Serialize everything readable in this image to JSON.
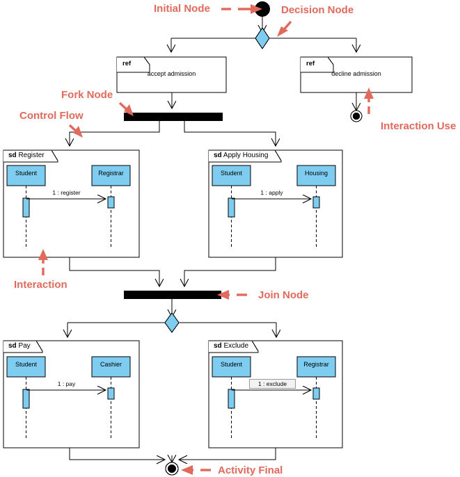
{
  "diagram": {
    "type": "UML Interaction Overview Diagram",
    "colors": {
      "lifeline_fill": "#7ecdf0",
      "decision_fill": "#7ecdf0",
      "annotation": "#e06a5c",
      "line": "#000000",
      "node_fill": "#000000",
      "message_box_fill": "#f2f2f2"
    }
  },
  "annotations": [
    {
      "id": "initial-node",
      "label": "Initial Node"
    },
    {
      "id": "decision-node",
      "label": "Decision Node"
    },
    {
      "id": "fork-node",
      "label": "Fork Node"
    },
    {
      "id": "control-flow",
      "label": "Control Flow"
    },
    {
      "id": "interaction-use",
      "label": "Interaction Use"
    },
    {
      "id": "interaction",
      "label": "Interaction"
    },
    {
      "id": "join-node",
      "label": "Join Node"
    },
    {
      "id": "activity-final",
      "label": "Activity Final"
    }
  ],
  "interaction_uses": [
    {
      "id": "accept-admission",
      "keyword": "ref",
      "name": "accept admission"
    },
    {
      "id": "decline-admission",
      "keyword": "ref",
      "name": "decline admission"
    }
  ],
  "frames": [
    {
      "id": "register",
      "keyword": "sd",
      "name": "Register",
      "lifelines": [
        "Student",
        "Registrar"
      ],
      "messages": [
        {
          "text": "1 : register",
          "boxed": false,
          "from": "Student",
          "to": "Registrar"
        }
      ]
    },
    {
      "id": "apply-housing",
      "keyword": "sd",
      "name": "Apply Housing",
      "lifelines": [
        "Student",
        "Housing"
      ],
      "messages": [
        {
          "text": "1 : apply",
          "boxed": false,
          "from": "Student",
          "to": "Housing"
        }
      ]
    },
    {
      "id": "pay",
      "keyword": "sd",
      "name": "Pay",
      "lifelines": [
        "Student",
        "Cashier"
      ],
      "messages": [
        {
          "text": "1 : pay",
          "boxed": false,
          "from": "Student",
          "to": "Cashier"
        }
      ]
    },
    {
      "id": "exclude",
      "keyword": "sd",
      "name": "Exclude",
      "lifelines": [
        "Student",
        "Registrar"
      ],
      "messages": [
        {
          "text": "1 : exclude",
          "boxed": true,
          "from": "Student",
          "to": "Registrar"
        }
      ]
    }
  ],
  "nodes": {
    "initial": "initial-node-marker",
    "decision_top": "decision-diamond",
    "fork": "fork-bar",
    "join": "join-bar",
    "decision_bottom": "decision-diamond",
    "final_right": "final-node-marker",
    "final_bottom": "final-node-marker"
  }
}
